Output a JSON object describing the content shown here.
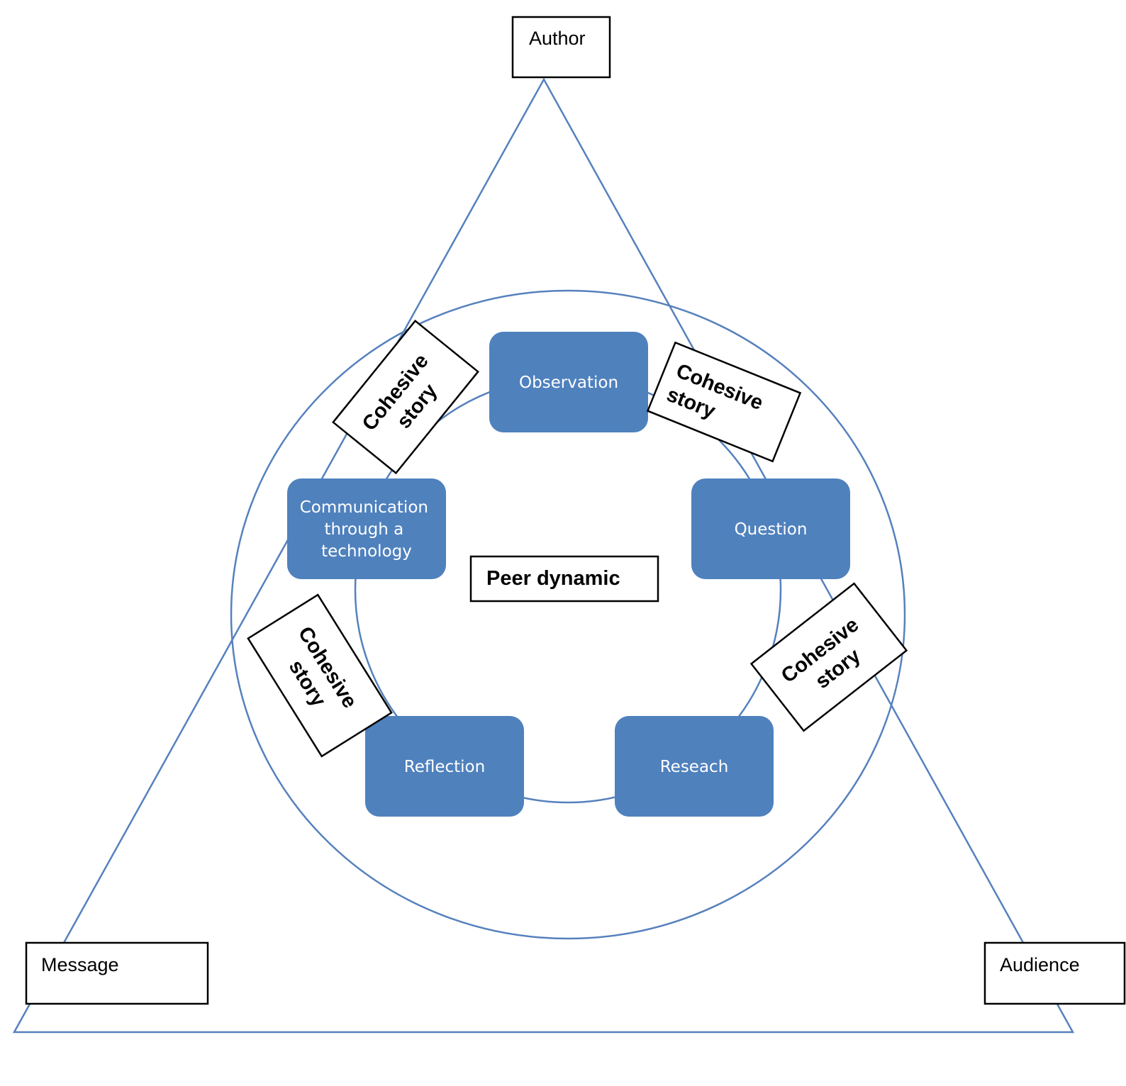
{
  "colors": {
    "line": "#5681bd",
    "node_fill": "#4f81bd",
    "box_border": "#000000",
    "background": "#ffffff"
  },
  "triangle": {
    "author": "Author",
    "message": "Message",
    "audience": "Audience"
  },
  "center_label": "Peer dynamic",
  "cycle_nodes": {
    "observation": [
      "Observation"
    ],
    "question": [
      "Question"
    ],
    "research": [
      "Reseach"
    ],
    "reflection": [
      "Reflection"
    ],
    "communication": [
      "Communication",
      "through a",
      "technology"
    ]
  },
  "cohesive_story": [
    "Cohesive",
    "story"
  ]
}
